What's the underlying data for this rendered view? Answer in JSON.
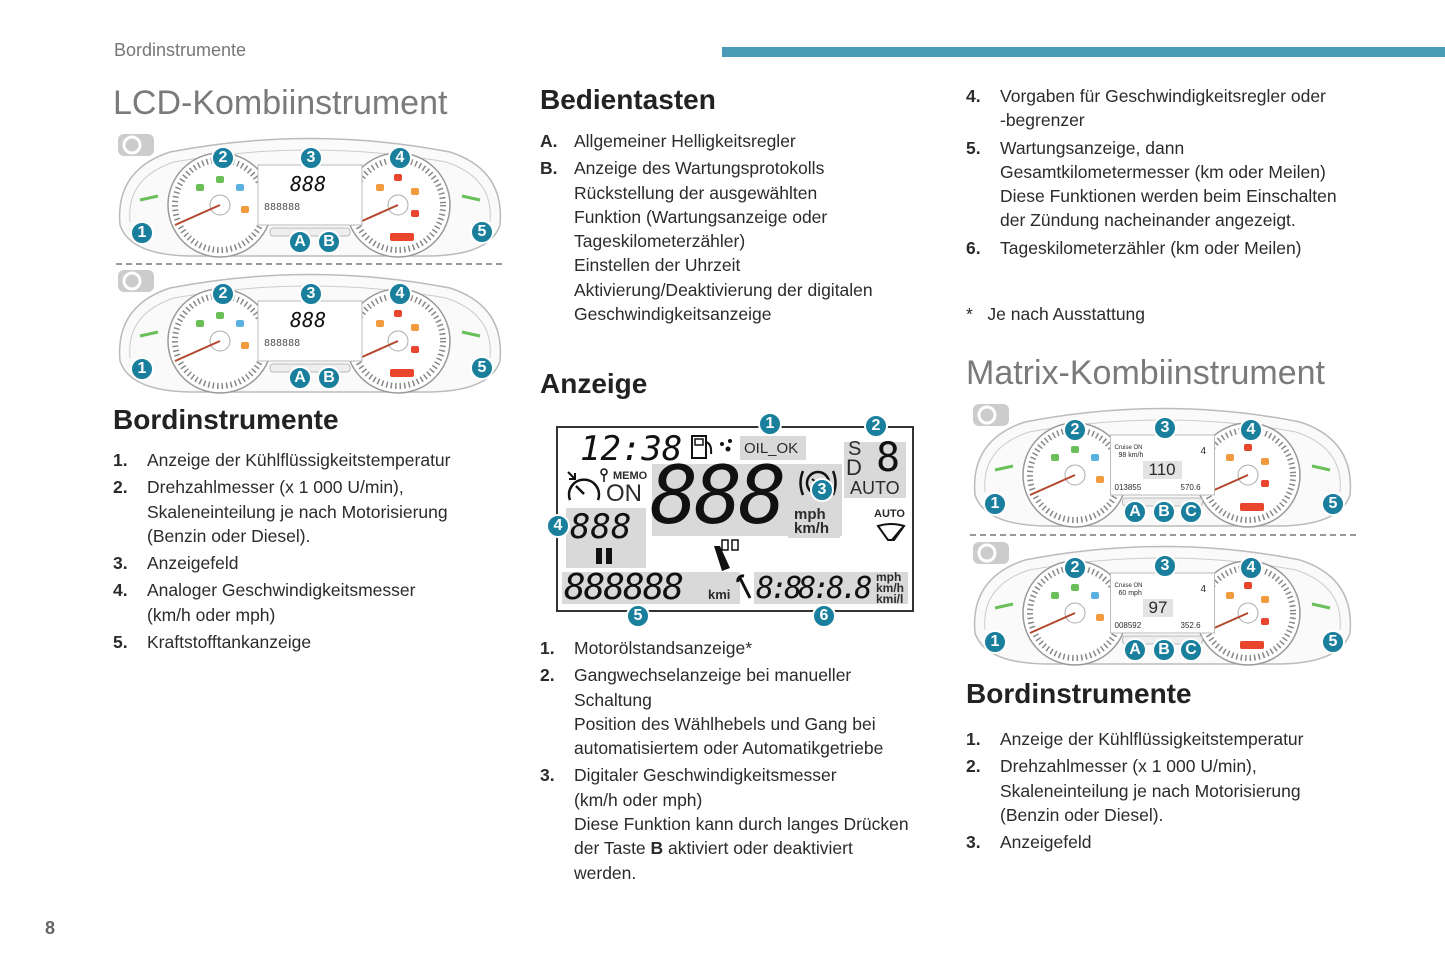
{
  "header": {
    "running_title": "Bordinstrumente",
    "accent_color": "#4a9bb5"
  },
  "page_number": "8",
  "col1": {
    "title": "LCD-Kombiinstrument",
    "cluster_badges": [
      "1",
      "2",
      "3",
      "4",
      "5",
      "A",
      "B"
    ],
    "section_title": "Bordinstrumente",
    "items": [
      {
        "n": "1.",
        "t": "Anzeige der Kühlflüssigkeitstemperatur"
      },
      {
        "n": "2.",
        "t": "Drehzahlmesser (x 1 000 U/min),\nSkaleneinteilung je nach Motorisierung\n(Benzin oder Diesel)."
      },
      {
        "n": "3.",
        "t": "Anzeigefeld"
      },
      {
        "n": "4.",
        "t": "Analoger Geschwindigkeitsmesser\n(km/h oder mph)"
      },
      {
        "n": "5.",
        "t": "Kraftstofftankanzeige"
      }
    ]
  },
  "col2": {
    "controls_title": "Bedientasten",
    "controls": [
      {
        "n": "A.",
        "t": "Allgemeiner Helligkeitsregler"
      },
      {
        "n": "B.",
        "t": "Anzeige des Wartungsprotokolls\nRückstellung der ausgewählten\nFunktion (Wartungsanzeige oder\nTageskilometerzähler)\nEinstellen der Uhrzeit\nAktivierung/Deaktivierung der digitalen\nGeschwindigkeitsanzeige"
      }
    ],
    "display_title": "Anzeige",
    "display": {
      "clock": "12:38",
      "oil": "OIL_OK",
      "memo": "MEMO",
      "on": "ON",
      "gear_s": "S",
      "gear_d": "D",
      "gear_digit": "8",
      "auto": "AUTO",
      "wiper_auto": "AUTO",
      "speed_digits": "888",
      "speed_units_1": "mph",
      "speed_units_2": "km/h",
      "limit_digits": "888",
      "odo_digits": "888888",
      "odo_unit": "kmi",
      "trip_digits": "8:88:8.8",
      "trip_unit_1": "mph",
      "trip_unit_2": "km/h",
      "trip_unit_3": "kmi/l",
      "badges": [
        "1",
        "2",
        "3",
        "4",
        "5",
        "6"
      ]
    },
    "items": [
      {
        "n": "1.",
        "t": "Motorölstandsanzeige*"
      },
      {
        "n": "2.",
        "t": "Gangwechselanzeige bei manueller\nSchaltung\nPosition des Wählhebels und Gang bei\nautomatisiertem oder Automatikgetriebe"
      },
      {
        "n": "3.",
        "t_pre": "Digitaler Geschwindigkeitsmesser\n(km/h oder mph)\nDiese Funktion kann durch langes Drücken\nder Taste ",
        "t_bold": "B",
        "t_post": " aktiviert oder deaktiviert\nwerden."
      }
    ]
  },
  "col3": {
    "items_top": [
      {
        "n": "4.",
        "t": "Vorgaben für Geschwindigkeitsregler oder\n-begrenzer"
      },
      {
        "n": "5.",
        "t": "Wartungsanzeige, dann\nGesamtkilometermesser (km oder Meilen)\nDiese Funktionen werden beim Einschalten\nder Zündung nacheinander angezeigt."
      },
      {
        "n": "6.",
        "t": "Tageskilometerzähler (km oder Meilen)"
      }
    ],
    "footnote_mark": "*",
    "footnote": "Je nach Ausstattung",
    "title": "Matrix-Kombiinstrument",
    "cluster_badges": [
      "1",
      "2",
      "3",
      "4",
      "5",
      "A",
      "B",
      "C"
    ],
    "matrix_top": {
      "cruise": "Cruise ON",
      "set": "98 km/h",
      "speed": "110",
      "odo": "013855",
      "trip": "570.6",
      "gear": "4"
    },
    "matrix_bottom": {
      "cruise": "Cruise ON",
      "set": "60 mph",
      "speed": "97",
      "odo": "008592",
      "trip": "352.6",
      "gear": "4"
    },
    "section_title": "Bordinstrumente",
    "items": [
      {
        "n": "1.",
        "t": "Anzeige der Kühlflüssigkeitstemperatur"
      },
      {
        "n": "2.",
        "t": "Drehzahlmesser (x 1 000 U/min),\nSkaleneinteilung je nach Motorisierung\n(Benzin oder Diesel)."
      },
      {
        "n": "3.",
        "t": "Anzeigefeld"
      }
    ]
  }
}
